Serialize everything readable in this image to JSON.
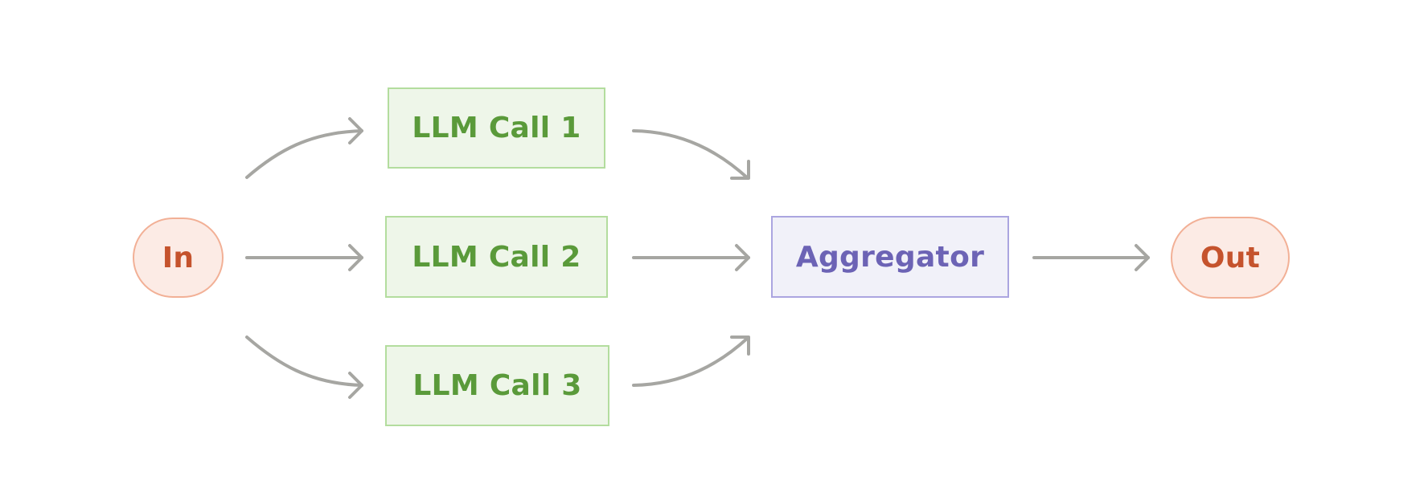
{
  "diagram": {
    "nodes": {
      "input": {
        "label": "In"
      },
      "llm_call_1": {
        "label": "LLM Call 1"
      },
      "llm_call_2": {
        "label": "LLM Call 2"
      },
      "llm_call_3": {
        "label": "LLM Call 3"
      },
      "aggregator": {
        "label": "Aggregator"
      },
      "output": {
        "label": "Out"
      }
    },
    "edges": [
      {
        "from": "In",
        "to": "LLM Call 1"
      },
      {
        "from": "In",
        "to": "LLM Call 2"
      },
      {
        "from": "In",
        "to": "LLM Call 3"
      },
      {
        "from": "LLM Call 1",
        "to": "Aggregator"
      },
      {
        "from": "LLM Call 2",
        "to": "Aggregator"
      },
      {
        "from": "LLM Call 3",
        "to": "Aggregator"
      },
      {
        "from": "Aggregator",
        "to": "Out"
      }
    ],
    "colors": {
      "terminal_fill": "#fcebe5",
      "terminal_border": "#f2b096",
      "terminal_text": "#c5532d",
      "llm_fill": "#eef6e9",
      "llm_border": "#b3dd9e",
      "llm_text": "#5a9a3a",
      "aggregator_fill": "#f1f1f9",
      "aggregator_border": "#aba5e0",
      "aggregator_text": "#6c63b5",
      "arrow": "#a6a6a2"
    }
  }
}
